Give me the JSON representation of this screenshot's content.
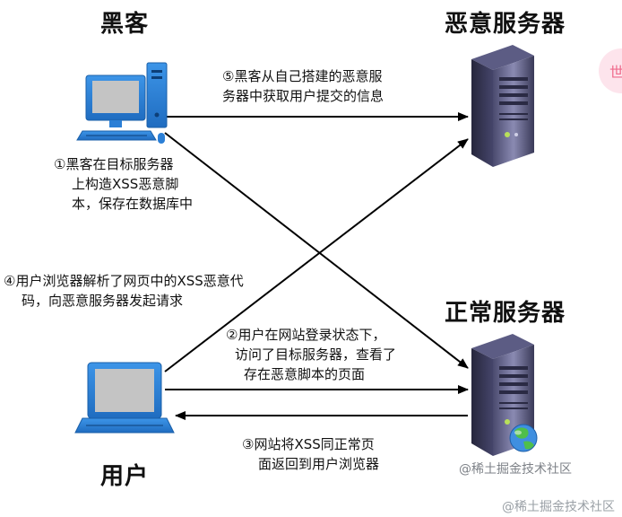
{
  "actors": {
    "hacker": "黑客",
    "malicious_server": "恶意服务器",
    "normal_server": "正常服务器",
    "user": "用户"
  },
  "steps": {
    "step1": [
      "①黑客在目标服务器",
      "上构造XSS恶意脚",
      "本，保存在数据库中"
    ],
    "step2": [
      "②用户在网站登录状态下，",
      "访问了目标服务器，查看了",
      "存在恶意脚本的页面"
    ],
    "step3": [
      "③网站将XSS同正常页",
      "面返回到用户浏览器"
    ],
    "step4": [
      "④用户浏览器解析了网页中的XSS恶意代",
      "码，向恶意服务器发起请求"
    ],
    "step5": [
      "⑤黑客从自己搭建的恶意服",
      "务器中获取用户提交的信息"
    ]
  },
  "watermarks": {
    "over_server": "@稀土掘金技术社区",
    "corner": "@稀土掘金技术社区"
  },
  "side_tab": {
    "glyph": "世"
  },
  "colors": {
    "arrow": "#000000",
    "monitor_blue": "#2b7fd6",
    "screen_gray": "#c4c4c4",
    "server_body": "#6e6e96",
    "server_dark": "#2e2e4a"
  },
  "icons": {
    "hacker": "desktop-computer-icon",
    "user": "laptop-icon",
    "malicious_server": "server-tower-icon",
    "normal_server": "server-tower-icon",
    "globe": "globe-icon"
  }
}
